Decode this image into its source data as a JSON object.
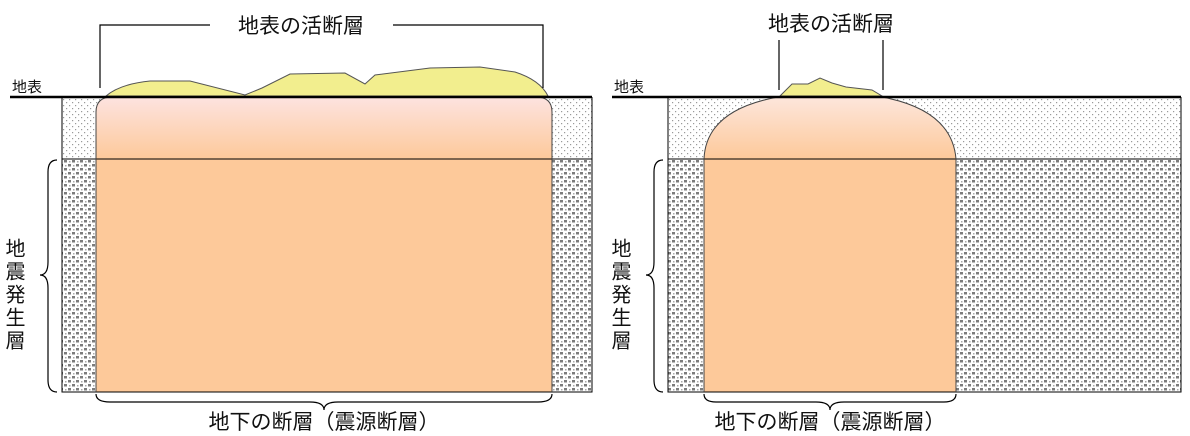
{
  "left_panel": {
    "surface_label": "地表",
    "active_fault_label": "地表の活断層",
    "seismogenic_layer_label": "地震発生層",
    "subsurface_fault_label": "地下の断層（震源断層）"
  },
  "right_panel": {
    "surface_label": "地表",
    "active_fault_label": "地表の活断層",
    "seismogenic_layer_label": "地震発生層",
    "subsurface_fault_label": "地下の断層（震源断層）"
  },
  "colors": {
    "fault_fill": "#fdc99a",
    "fault_gradient_top": "#fde3e0",
    "scarp_fill": "#f2ee8e",
    "line": "#000000"
  }
}
